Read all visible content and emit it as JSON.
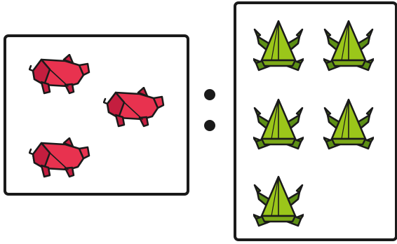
{
  "groups": [
    {
      "name": "left-group",
      "animal": "origami-pig",
      "count": 3,
      "color": "#e8324f",
      "accent": "#c41e3f"
    },
    {
      "name": "right-group",
      "animal": "origami-frog",
      "count": 5,
      "color": "#9bc61a",
      "accent": "#5c8f15"
    }
  ],
  "separator": "ratio-colon",
  "outline_color": "#1a1a1a"
}
